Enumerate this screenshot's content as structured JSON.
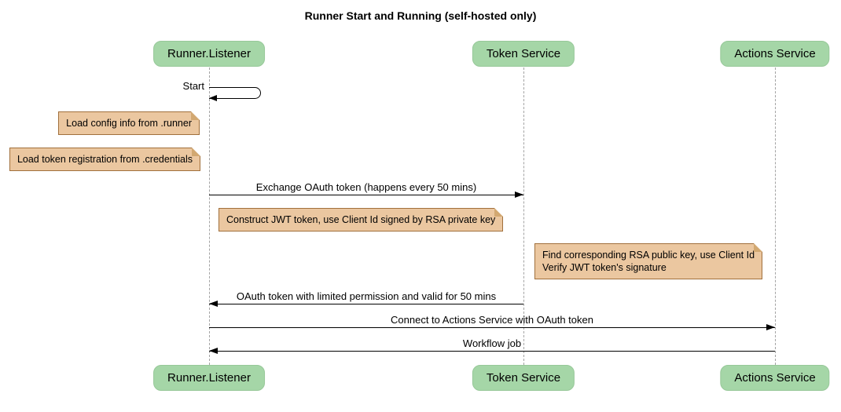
{
  "diagram": {
    "title": "Runner Start and Running (self-hosted only)"
  },
  "participants": [
    {
      "name": "Runner.Listener"
    },
    {
      "name": "Token Service"
    },
    {
      "name": "Actions Service"
    }
  ],
  "self_message": {
    "label": "Start"
  },
  "notes": [
    {
      "text": "Load config info from .runner",
      "position": "left of Runner.Listener"
    },
    {
      "text": "Load token registration from .credentials",
      "position": "left of Runner.Listener"
    },
    {
      "text": "Construct JWT token, use Client Id signed by RSA private key",
      "position": "right of Runner.Listener"
    },
    {
      "text": "Find corresponding RSA public key, use Client Id\nVerify JWT token's signature",
      "position": "left of Actions Service"
    }
  ],
  "messages": [
    {
      "label": "Exchange OAuth token (happens every 50 mins)",
      "from": "Runner.Listener",
      "to": "Token Service",
      "direction": "right"
    },
    {
      "label": "OAuth token with limited permission and valid for 50 mins",
      "from": "Token Service",
      "to": "Runner.Listener",
      "direction": "left"
    },
    {
      "label": "Connect to Actions Service with OAuth token",
      "from": "Runner.Listener",
      "to": "Actions Service",
      "direction": "right"
    },
    {
      "label": "Workflow job",
      "from": "Actions Service",
      "to": "Runner.Listener",
      "direction": "left"
    }
  ],
  "colors": {
    "participant_fill": "#A5D6A7",
    "participant_border": "#97C899",
    "note_fill": "#EBC7A0",
    "note_border": "#A1703C",
    "note_fold": "#D2A871",
    "lifeline": "#A3A3A3",
    "arrow": "#000000",
    "text": "#000000",
    "page_bg": "#FFFFFF"
  }
}
